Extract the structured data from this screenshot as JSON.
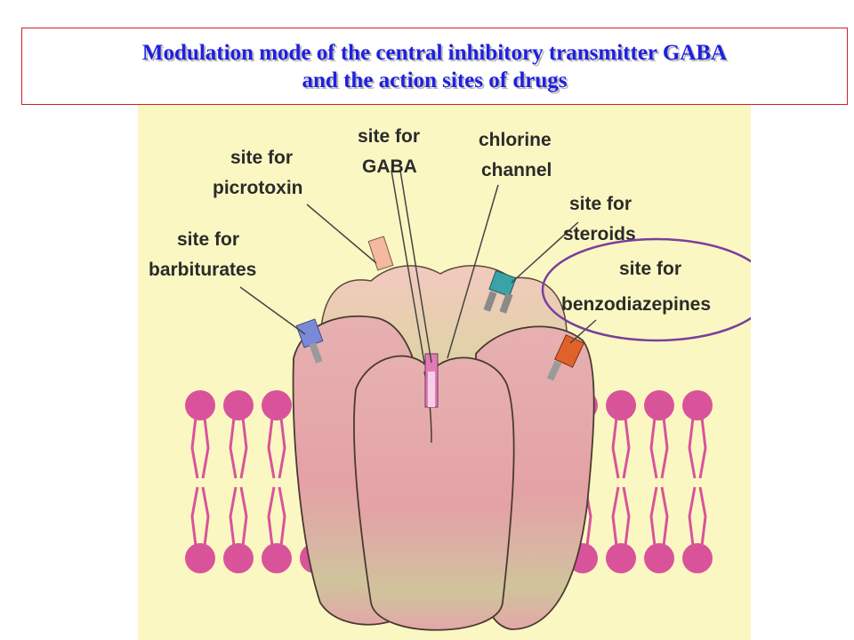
{
  "title": {
    "line1": "Modulation mode of the central inhibitory transmitter GABA",
    "line2": "and the action sites of drugs"
  },
  "labels": {
    "picrotoxin": [
      "site for",
      "picrotoxin"
    ],
    "gaba": [
      "site for",
      "GABA"
    ],
    "chlorine": [
      "chlorine",
      "channel"
    ],
    "steroids": [
      "site for",
      "steroids"
    ],
    "barbiturates": [
      "site for",
      "barbiturates"
    ],
    "benzodiazepines": [
      "site for",
      "benzodiazepines"
    ]
  },
  "colors": {
    "title_text": "#1f1fe0",
    "title_border": "#d0202a",
    "figure_background": "#fbf7c2",
    "lipid_head": "#d9539a",
    "receptor_body": "#e6a6a8",
    "highlight_ellipse": "#7a3f9e"
  }
}
